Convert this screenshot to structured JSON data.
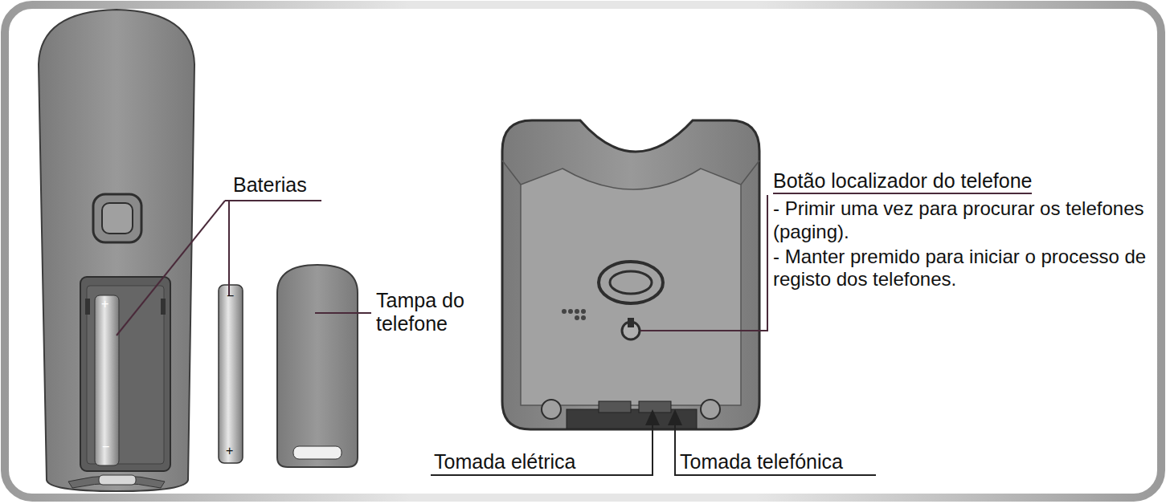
{
  "diagram": {
    "labels": [
      "Baterias",
      "+",
      "−",
      "−",
      "+",
      "Tampa do telefone",
      "Botão localizador do telefone",
      "- Primir uma vez para procurar os telefones (paging).",
      "- Manter premido para iniciar o processo de registo dos telefones.",
      "Tomada elétrica",
      "Tomada telefónica"
    ]
  }
}
